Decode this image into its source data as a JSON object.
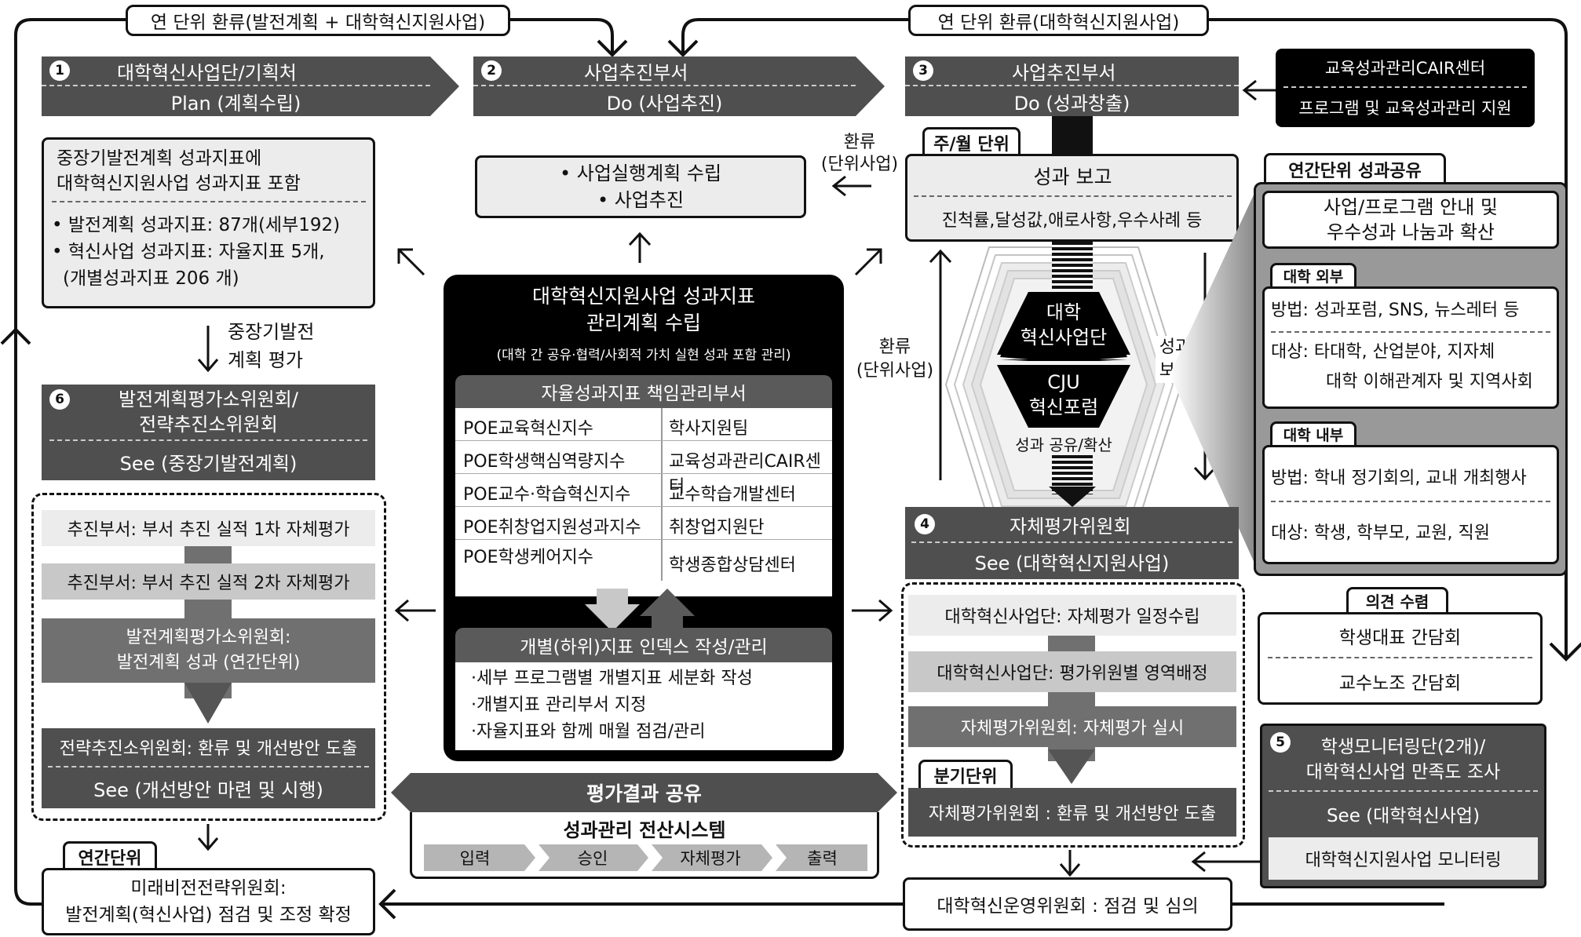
{
  "feedback_labels": {
    "left": "연 단위 환류(발전계획 + 대학혁신지원사업)",
    "right": "연 단위 환류(대학혁신지원사업)"
  },
  "header1": {
    "num": "1",
    "title": "대학혁신사업단/기획처",
    "sub": "Plan (계획수립)"
  },
  "header2": {
    "num": "2",
    "title": "사업추진부서",
    "sub": "Do (사업추진)"
  },
  "header3": {
    "num": "3",
    "title": "사업추진부서",
    "sub": "Do (성과창출)"
  },
  "cair": {
    "title": "교육성과관리CAIR센터",
    "sub": "프로그램 및 교육성과관리 지원"
  },
  "plan_box": {
    "title_line1": "중장기발전계획 성과지표에",
    "title_line2": "대학혁신지원사업 성과지표 포함",
    "item1": "• 발전계획 성과지표: 87개(세부192)",
    "item2": "• 혁신사업 성과지표: 자율지표 5개,",
    "item3": "(개별성과지표 206 개)"
  },
  "midterm_eval": {
    "line1": "중장기발전",
    "line2": "계획 평가"
  },
  "do_box": {
    "line1": "• 사업실행계획 수립",
    "line2": "• 사업추진"
  },
  "feedback_unit_top": {
    "line1": "환류",
    "line2": "(단위사업)"
  },
  "feedback_unit_mid": {
    "line1": "환류",
    "line2": "(단위사업)"
  },
  "monthly_tab": "주/월 단위",
  "perf_report": {
    "title": "성과 보고",
    "sub": "진척률,달성값,애로사항,우수사례 등"
  },
  "center": {
    "title_line1": "대학혁신지원사업 성과지표",
    "title_line2": "관리계획 수립",
    "sub": "(대학 간 공유·협력/사회적 가치 실현 성과 포함 관리)",
    "table_header": "자율성과지표 책임관리부서",
    "rows": [
      {
        "index": "POE교육혁신지수",
        "dept": "학사지원팀"
      },
      {
        "index": "POE학생핵심역량지수",
        "dept": "교육성과관리CAIR센터"
      },
      {
        "index": "POE교수·학습혁신지수",
        "dept": "교수학습개발센터"
      },
      {
        "index": "POE취창업지원성과지수",
        "dept": "취창업지원단"
      },
      {
        "index": "POE학생케어지수",
        "dept": "학생종합상담센터"
      }
    ],
    "sub_header": "개별(하위)지표 인덱스 작성/관리",
    "sub_items": [
      "·세부 프로그램별 개별지표 세분화 작성",
      "·개별지표 관리부서 지정",
      "·자율지표와 함께 매월 점검/관리"
    ]
  },
  "hex": {
    "top_line1": "대학",
    "top_line2": "혁신사업단",
    "bottom_line1": "CJU",
    "bottom_line2": "혁신포럼",
    "share": "성과 공유/확산"
  },
  "perf_report_side": {
    "line1": "성과",
    "line2": "보고"
  },
  "annual_share_tab": "연간단위 성과공유",
  "share_panel": {
    "intro_line1": "사업/프로그램 안내 및",
    "intro_line2": "우수성과 나눔과 확산",
    "external_tab": "대학 외부",
    "ext_method": "방법: 성과포럼, SNS, 뉴스레터 등",
    "ext_target_line1": "대상: 타대학, 산업분야, 지자체",
    "ext_target_line2": "대학 이해관계자 및 지역사회",
    "internal_tab": "대학 내부",
    "int_method": "방법: 학내 정기회의, 교내 개최행사",
    "int_target": "대상: 학생, 학부모, 교원, 직원"
  },
  "header6": {
    "num": "6",
    "title_line1": "발전계획평가소위원회/",
    "title_line2": "전략추진소위원회",
    "sub": "See (중장기발전계획)"
  },
  "left_steps": {
    "s1": "추진부서: 부서 추진 실적 1차 자체평가",
    "s2": "추진부서: 부서 추진 실적 2차 자체평가",
    "s3_line1": "발전계획평가소위원회:",
    "s3_line2": "발전계획 성과 (연간단위)",
    "s4": "전략추진소위원회: 환류 및 개선방안 도출",
    "s5": "See (개선방안 마련 및 시행)"
  },
  "header4": {
    "num": "4",
    "title": "자체평가위원회",
    "sub": "See (대학혁신지원사업)"
  },
  "right_steps": {
    "s1": "대학혁신사업단: 자체평가 일정수립",
    "s2": "대학혁신사업단: 평가위원별 영역배정",
    "s3": "자체평가위원회: 자체평가 실시",
    "quarter_tab": "분기단위",
    "s4": "자체평가위원회 : 환류 및 개선방안 도출"
  },
  "opinion": {
    "tab": "의견 수렴",
    "item1": "학생대표 간담회",
    "item2": "교수노조 간담회"
  },
  "header5": {
    "num": "5",
    "title_line1": "학생모니터링단(2개)/",
    "title_line2": "대학혁신사업 만족도 조사",
    "sub": "See (대학혁신사업)",
    "footer": "대학혁신지원사업 모니터링"
  },
  "eval_share": {
    "title": "평가결과 공유",
    "system": "성과관리 전산시스템",
    "steps": [
      "입력",
      "승인",
      "자체평가",
      "출력"
    ]
  },
  "annual_tab": "연간단위",
  "future_committee": {
    "line1": "미래비전전략위원회:",
    "line2": "발전계획(혁신사업) 점검 및 조정 확정"
  },
  "innovation_committee": "대학혁신운영위원회 : 점검 및 심의",
  "arrow_labels": {
    "up": "↑",
    "left": "←",
    "right": "→",
    "down": "↓",
    "up_left": "↖",
    "up_right": "↗"
  }
}
